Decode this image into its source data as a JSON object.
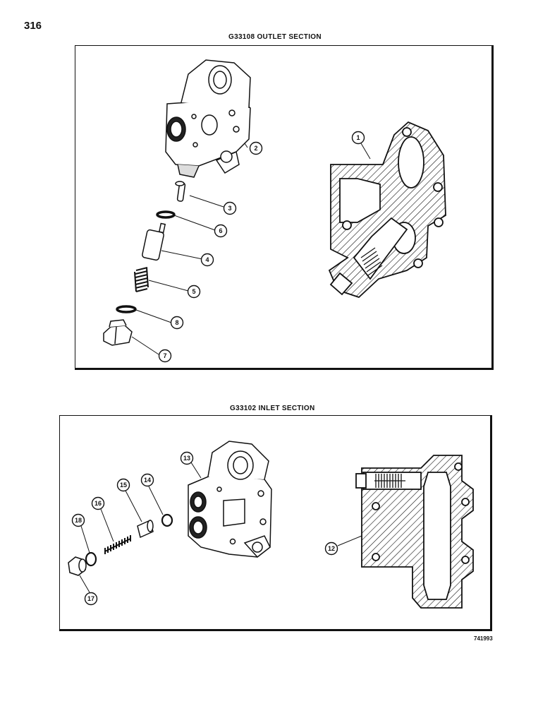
{
  "page_number": "316",
  "outlet": {
    "title": "G33108 OUTLET SECTION",
    "callouts": [
      "1",
      "2",
      "3",
      "6",
      "4",
      "5",
      "8",
      "7"
    ]
  },
  "inlet": {
    "title": "G33102 INLET SECTION",
    "callouts": [
      "13",
      "14",
      "15",
      "16",
      "18",
      "17",
      "12"
    ]
  },
  "figure_id": "741993",
  "colors": {
    "ink": "#111111",
    "paper": "#ffffff"
  }
}
